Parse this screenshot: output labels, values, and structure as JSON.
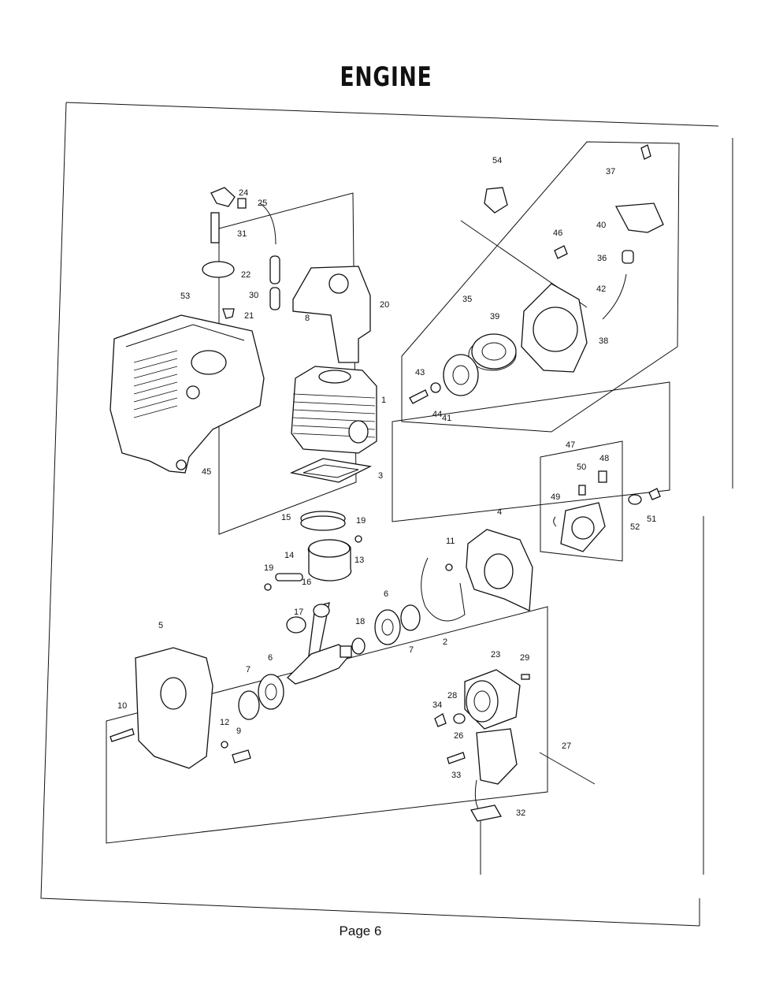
{
  "title": "ENGINE",
  "footer": "Page 6",
  "callouts": [
    {
      "label": "1",
      "name": "callout-1"
    },
    {
      "label": "2",
      "name": "callout-2"
    },
    {
      "label": "3",
      "name": "callout-3"
    },
    {
      "label": "4",
      "name": "callout-4"
    },
    {
      "label": "5",
      "name": "callout-5"
    },
    {
      "label": "6",
      "name": "callout-6a"
    },
    {
      "label": "6",
      "name": "callout-6b"
    },
    {
      "label": "7",
      "name": "callout-7a"
    },
    {
      "label": "7",
      "name": "callout-7b"
    },
    {
      "label": "8",
      "name": "callout-8"
    },
    {
      "label": "9",
      "name": "callout-9"
    },
    {
      "label": "10",
      "name": "callout-10"
    },
    {
      "label": "11",
      "name": "callout-11"
    },
    {
      "label": "12",
      "name": "callout-12"
    },
    {
      "label": "13",
      "name": "callout-13"
    },
    {
      "label": "14",
      "name": "callout-14"
    },
    {
      "label": "15",
      "name": "callout-15"
    },
    {
      "label": "16",
      "name": "callout-16"
    },
    {
      "label": "17",
      "name": "callout-17"
    },
    {
      "label": "18",
      "name": "callout-18"
    },
    {
      "label": "19",
      "name": "callout-19a"
    },
    {
      "label": "19",
      "name": "callout-19b"
    },
    {
      "label": "20",
      "name": "callout-20"
    },
    {
      "label": "21",
      "name": "callout-21"
    },
    {
      "label": "22",
      "name": "callout-22"
    },
    {
      "label": "23",
      "name": "callout-23"
    },
    {
      "label": "24",
      "name": "callout-24"
    },
    {
      "label": "25",
      "name": "callout-25"
    },
    {
      "label": "26",
      "name": "callout-26"
    },
    {
      "label": "27",
      "name": "callout-27"
    },
    {
      "label": "28",
      "name": "callout-28"
    },
    {
      "label": "29",
      "name": "callout-29"
    },
    {
      "label": "30",
      "name": "callout-30"
    },
    {
      "label": "31",
      "name": "callout-31"
    },
    {
      "label": "32",
      "name": "callout-32"
    },
    {
      "label": "33",
      "name": "callout-33"
    },
    {
      "label": "34",
      "name": "callout-34"
    },
    {
      "label": "35",
      "name": "callout-35"
    },
    {
      "label": "36",
      "name": "callout-36"
    },
    {
      "label": "37",
      "name": "callout-37"
    },
    {
      "label": "38",
      "name": "callout-38"
    },
    {
      "label": "39",
      "name": "callout-39"
    },
    {
      "label": "40",
      "name": "callout-40"
    },
    {
      "label": "41",
      "name": "callout-41"
    },
    {
      "label": "42",
      "name": "callout-42"
    },
    {
      "label": "43",
      "name": "callout-43"
    },
    {
      "label": "44",
      "name": "callout-44"
    },
    {
      "label": "45",
      "name": "callout-45"
    },
    {
      "label": "46",
      "name": "callout-46"
    },
    {
      "label": "47",
      "name": "callout-47"
    },
    {
      "label": "48",
      "name": "callout-48"
    },
    {
      "label": "49",
      "name": "callout-49"
    },
    {
      "label": "50",
      "name": "callout-50"
    },
    {
      "label": "51",
      "name": "callout-51"
    },
    {
      "label": "52",
      "name": "callout-52"
    },
    {
      "label": "53",
      "name": "callout-53"
    },
    {
      "label": "54",
      "name": "callout-54"
    }
  ]
}
